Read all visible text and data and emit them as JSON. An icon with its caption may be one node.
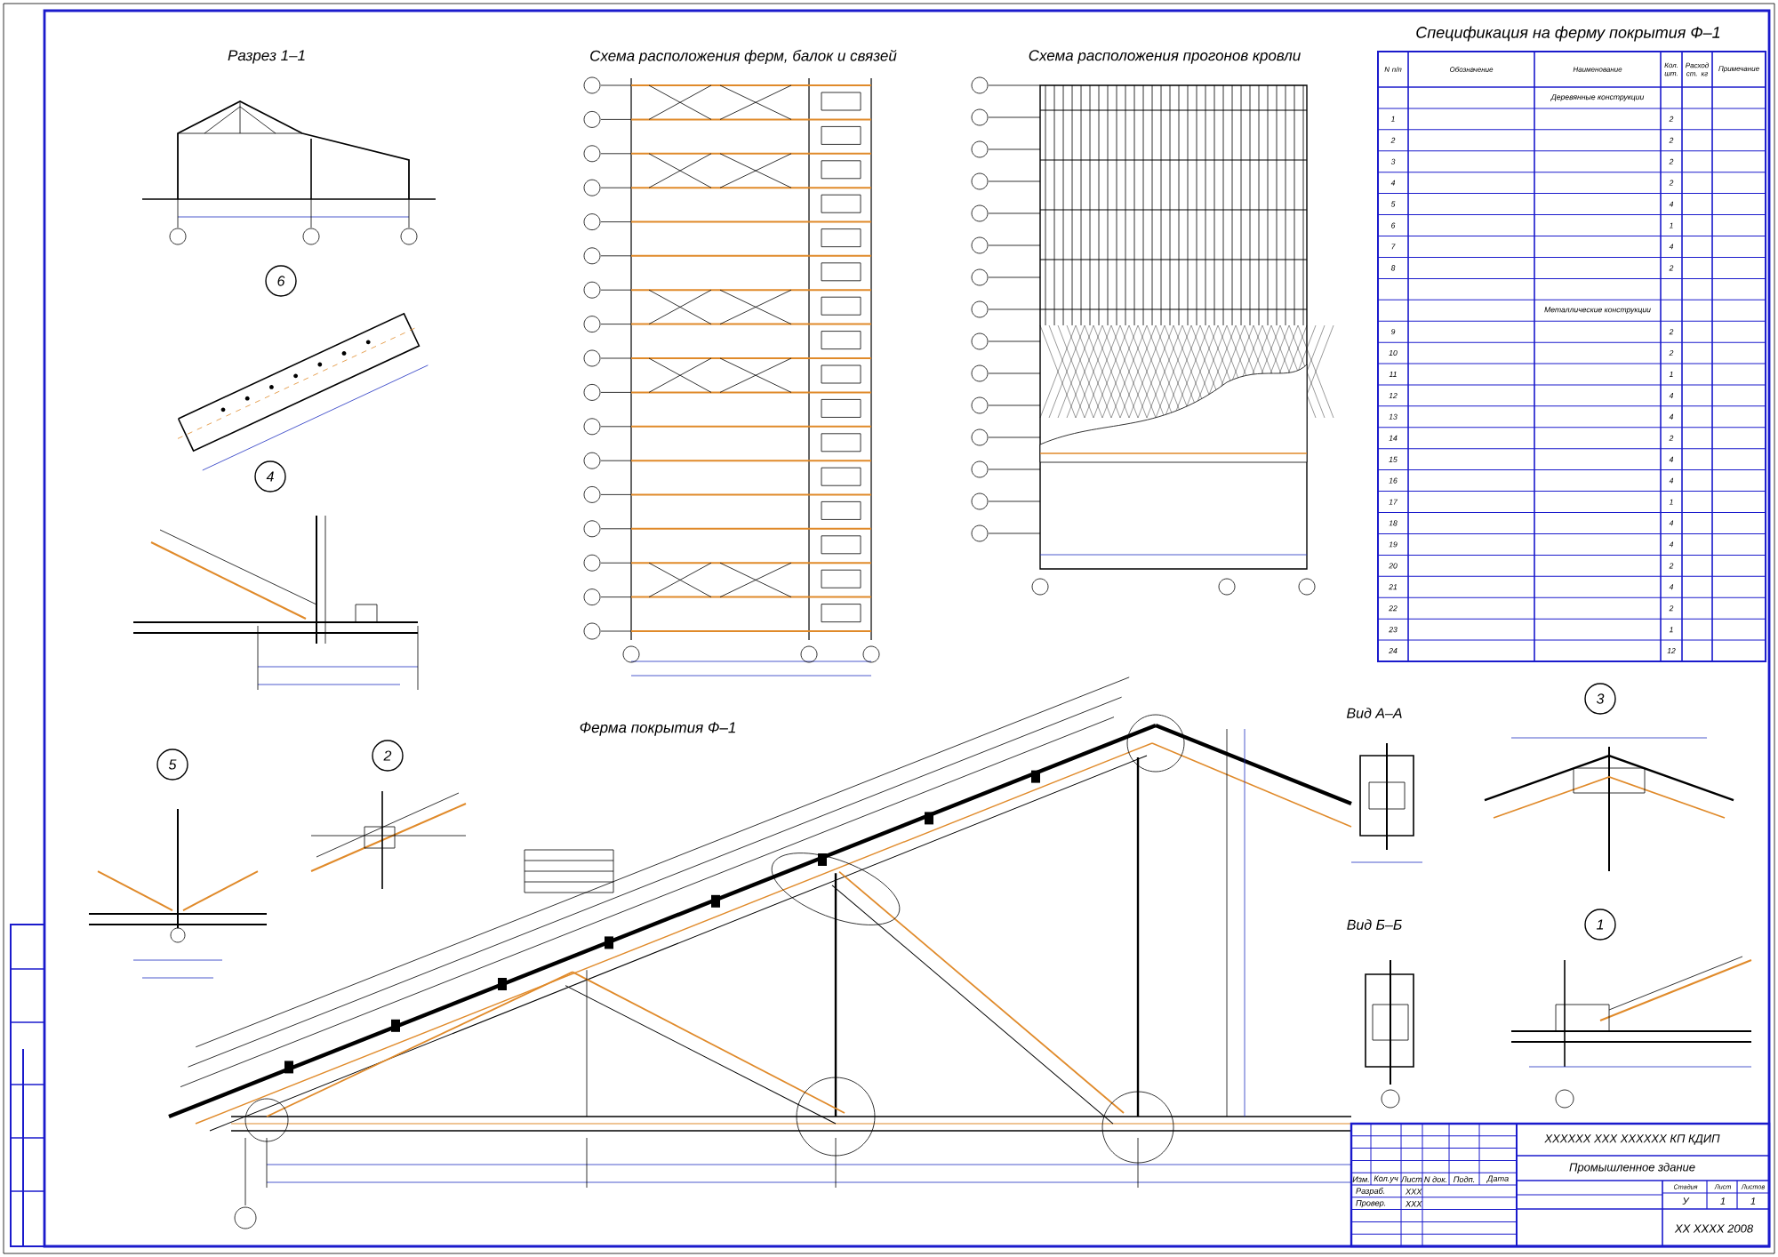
{
  "diagram": {
    "nodes": [
      {
        "text": [
          "6"
        ]
      },
      {
        "text": [
          "4"
        ]
      },
      {
        "text": [
          "5"
        ]
      },
      {
        "text": [
          "2"
        ]
      },
      {
        "text": [
          "3"
        ]
      },
      {
        "text": [
          "1"
        ]
      }
    ],
    "labels": [
      "Разрез 1–1",
      "Схема расположения ферм, балок и связей",
      "Схема расположения прогонов кровли",
      "Спецификация на ферму покрытия Ф–1",
      "Ферма покрытия Ф–1",
      "Вид А–А",
      "Вид Б–Б",
      "N п/п",
      "Обозначение",
      "Наименование",
      "Кол. шт.",
      "Расход ст. кг",
      "Примечание",
      "Деревянные конструкции",
      "1",
      "2",
      "2",
      "2",
      "3",
      "2",
      "4",
      "2",
      "5",
      "4",
      "6",
      "1",
      "7",
      "4",
      "8",
      "2",
      "Металлические конструкции",
      "9",
      "2",
      "10",
      "2",
      "11",
      "1",
      "12",
      "4",
      "13",
      "4",
      "14",
      "2",
      "15",
      "4",
      "16",
      "4",
      "17",
      "1",
      "18",
      "4",
      "19",
      "4",
      "20",
      "2",
      "21",
      "4",
      "22",
      "2",
      "23",
      "1",
      "24",
      "12",
      "XXXXXX XXX XXXXXX КП КДИП",
      "Промышленное здание",
      "Стадия",
      "Лист",
      "Листов",
      "У",
      "1",
      "1",
      "XX XXXX 2008",
      "Изм.",
      "Кол.уч",
      "Лист",
      "N док.",
      "Подп.",
      "Дата",
      "Разраб.",
      "XXX",
      "Провер.",
      "XXX"
    ]
  }
}
